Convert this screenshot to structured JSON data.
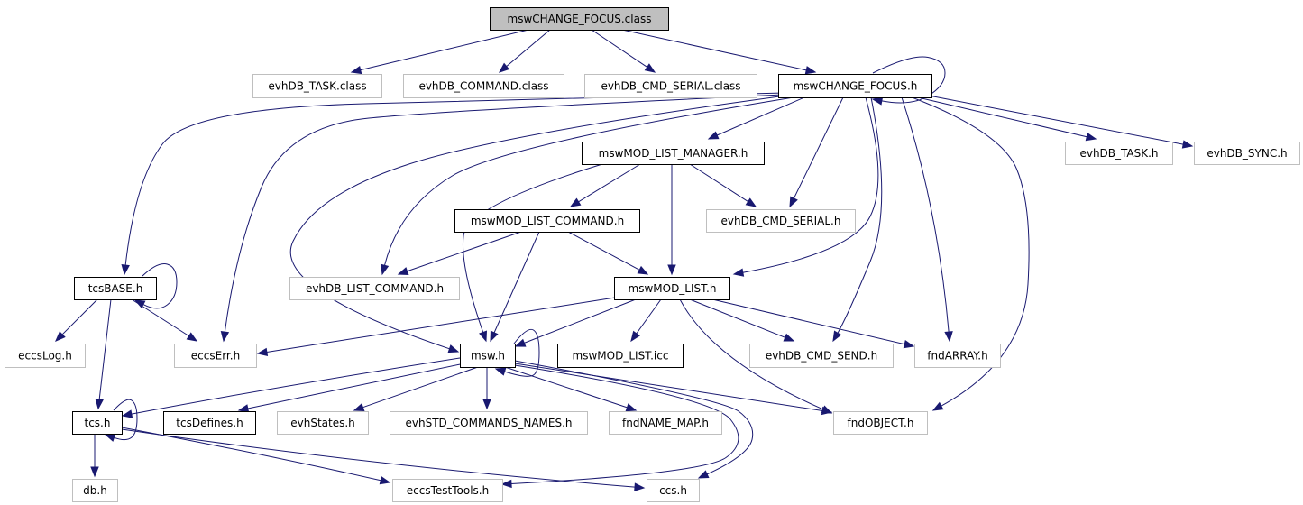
{
  "graph": {
    "colors": {
      "edge": "#191970",
      "root_fill": "#bfbfbf",
      "documented_border": "#000000",
      "undocumented_border": "#bfbfbf",
      "node_fill": "#ffffff"
    },
    "nodes": [
      {
        "id": "root",
        "label": "mswCHANGE_FOCUS.class",
        "style": "root"
      },
      {
        "id": "task_c",
        "label": "evhDB_TASK.class",
        "style": "gray"
      },
      {
        "id": "cmd_c",
        "label": "evhDB_COMMAND.class",
        "style": "gray"
      },
      {
        "id": "ser_c",
        "label": "evhDB_CMD_SERIAL.class",
        "style": "gray"
      },
      {
        "id": "cfh",
        "label": "mswCHANGE_FOCUS.h",
        "style": "black"
      },
      {
        "id": "mgr",
        "label": "mswMOD_LIST_MANAGER.h",
        "style": "black"
      },
      {
        "id": "task_h",
        "label": "evhDB_TASK.h",
        "style": "gray"
      },
      {
        "id": "sync_h",
        "label": "evhDB_SYNC.h",
        "style": "gray"
      },
      {
        "id": "lcmd",
        "label": "mswMOD_LIST_COMMAND.h",
        "style": "black"
      },
      {
        "id": "ser_h",
        "label": "evhDB_CMD_SERIAL.h",
        "style": "gray"
      },
      {
        "id": "tcsb",
        "label": "tcsBASE.h",
        "style": "black"
      },
      {
        "id": "dblc",
        "label": "evhDB_LIST_COMMAND.h",
        "style": "gray"
      },
      {
        "id": "mlist",
        "label": "mswMOD_LIST.h",
        "style": "black"
      },
      {
        "id": "eclog",
        "label": "eccsLog.h",
        "style": "gray"
      },
      {
        "id": "ecerr",
        "label": "eccsErr.h",
        "style": "gray"
      },
      {
        "id": "msw",
        "label": "msw.h",
        "style": "black"
      },
      {
        "id": "icc",
        "label": "mswMOD_LIST.icc",
        "style": "black"
      },
      {
        "id": "send",
        "label": "evhDB_CMD_SEND.h",
        "style": "gray"
      },
      {
        "id": "farr",
        "label": "fndARRAY.h",
        "style": "gray"
      },
      {
        "id": "tcs",
        "label": "tcs.h",
        "style": "black"
      },
      {
        "id": "tcsd",
        "label": "tcsDefines.h",
        "style": "black"
      },
      {
        "id": "evst",
        "label": "evhStates.h",
        "style": "gray"
      },
      {
        "id": "stdcn",
        "label": "evhSTD_COMMANDS_NAMES.h",
        "style": "gray"
      },
      {
        "id": "fnm",
        "label": "fndNAME_MAP.h",
        "style": "gray"
      },
      {
        "id": "fobj",
        "label": "fndOBJECT.h",
        "style": "gray"
      },
      {
        "id": "db",
        "label": "db.h",
        "style": "gray"
      },
      {
        "id": "ett",
        "label": "eccsTestTools.h",
        "style": "gray"
      },
      {
        "id": "ccs",
        "label": "ccs.h",
        "style": "gray"
      }
    ],
    "edges": [
      {
        "from": "root",
        "to": "task_c"
      },
      {
        "from": "root",
        "to": "cmd_c"
      },
      {
        "from": "root",
        "to": "ser_c"
      },
      {
        "from": "root",
        "to": "cfh"
      },
      {
        "from": "cfh",
        "to": "cfh"
      },
      {
        "from": "cfh",
        "to": "tcsb"
      },
      {
        "from": "cfh",
        "to": "ecerr"
      },
      {
        "from": "cfh",
        "to": "mgr"
      },
      {
        "from": "cfh",
        "to": "dblc"
      },
      {
        "from": "cfh",
        "to": "ser_h"
      },
      {
        "from": "cfh",
        "to": "mlist"
      },
      {
        "from": "cfh",
        "to": "msw"
      },
      {
        "from": "cfh",
        "to": "send"
      },
      {
        "from": "cfh",
        "to": "farr"
      },
      {
        "from": "cfh",
        "to": "fobj"
      },
      {
        "from": "cfh",
        "to": "task_h"
      },
      {
        "from": "cfh",
        "to": "sync_h"
      },
      {
        "from": "mgr",
        "to": "lcmd"
      },
      {
        "from": "mgr",
        "to": "ser_h"
      },
      {
        "from": "mgr",
        "to": "mlist"
      },
      {
        "from": "mgr",
        "to": "msw"
      },
      {
        "from": "lcmd",
        "to": "dblc"
      },
      {
        "from": "lcmd",
        "to": "mlist"
      },
      {
        "from": "lcmd",
        "to": "msw"
      },
      {
        "from": "tcsb",
        "to": "tcsb"
      },
      {
        "from": "tcsb",
        "to": "eclog"
      },
      {
        "from": "tcsb",
        "to": "ecerr"
      },
      {
        "from": "tcsb",
        "to": "tcs"
      },
      {
        "from": "mlist",
        "to": "ecerr"
      },
      {
        "from": "mlist",
        "to": "msw"
      },
      {
        "from": "mlist",
        "to": "icc"
      },
      {
        "from": "mlist",
        "to": "send"
      },
      {
        "from": "mlist",
        "to": "farr"
      },
      {
        "from": "mlist",
        "to": "fobj"
      },
      {
        "from": "msw",
        "to": "msw"
      },
      {
        "from": "msw",
        "to": "tcs"
      },
      {
        "from": "msw",
        "to": "tcsd"
      },
      {
        "from": "msw",
        "to": "evst"
      },
      {
        "from": "msw",
        "to": "stdcn"
      },
      {
        "from": "msw",
        "to": "fnm"
      },
      {
        "from": "msw",
        "to": "fobj"
      },
      {
        "from": "msw",
        "to": "ett"
      },
      {
        "from": "msw",
        "to": "ccs"
      },
      {
        "from": "tcs",
        "to": "tcs"
      },
      {
        "from": "tcs",
        "to": "db"
      },
      {
        "from": "tcs",
        "to": "ett"
      },
      {
        "from": "tcs",
        "to": "ccs"
      }
    ]
  }
}
